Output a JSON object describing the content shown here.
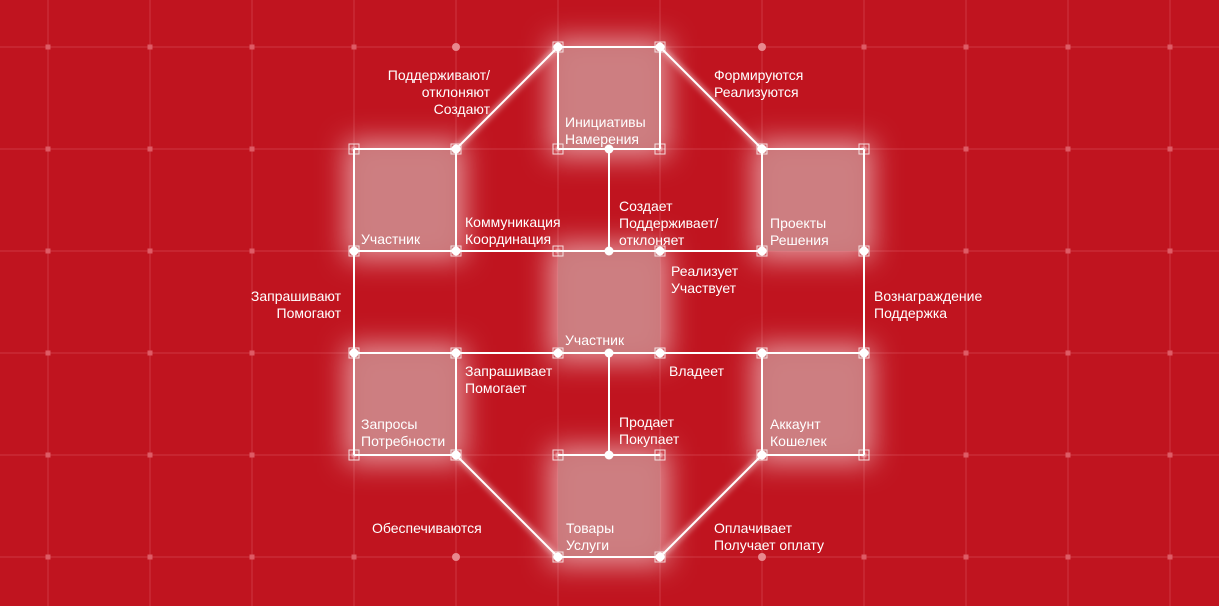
{
  "nodes": {
    "top": [
      "Инициативы",
      "Намерения"
    ],
    "upper_left": [
      "Участник"
    ],
    "upper_right": [
      "Проекты",
      "Решения"
    ],
    "center": [
      "Участник"
    ],
    "lower_left": [
      "Запросы",
      "Потребности"
    ],
    "lower_right": [
      "Аккаунт",
      "Кошелек"
    ],
    "bottom": [
      "Товары",
      "Услуги"
    ]
  },
  "relations": {
    "upper_left_top": [
      "Поддерживают/",
      "отклоняют",
      "Создают"
    ],
    "top_upper_right": [
      "Формируются",
      "Реализуются"
    ],
    "upper_left_center": [
      "Коммуникация",
      "Координация"
    ],
    "center_top": [
      "Создает",
      "Поддерживает/",
      "отклоняет"
    ],
    "center_upper_right": [
      "Реализует",
      "Участвует"
    ],
    "upper_left_lower_left": [
      "Запрашивают",
      "Помогают"
    ],
    "upper_right_lower_right": [
      "Вознаграждение",
      "Поддержка"
    ],
    "center_lower_left": [
      "Запрашивает",
      "Помогает"
    ],
    "center_lower_right": [
      "Владеет"
    ],
    "center_bottom": [
      "Продает",
      "Покупает"
    ],
    "lower_left_bottom": [
      "Обеспечиваются"
    ],
    "lower_right_bottom": [
      "Оплачивает",
      "Получает оплату"
    ]
  },
  "colors": {
    "background": "#c0141f",
    "line": "#ffffff",
    "node_fill": "#c97a7c",
    "grid": "#e0606a"
  }
}
